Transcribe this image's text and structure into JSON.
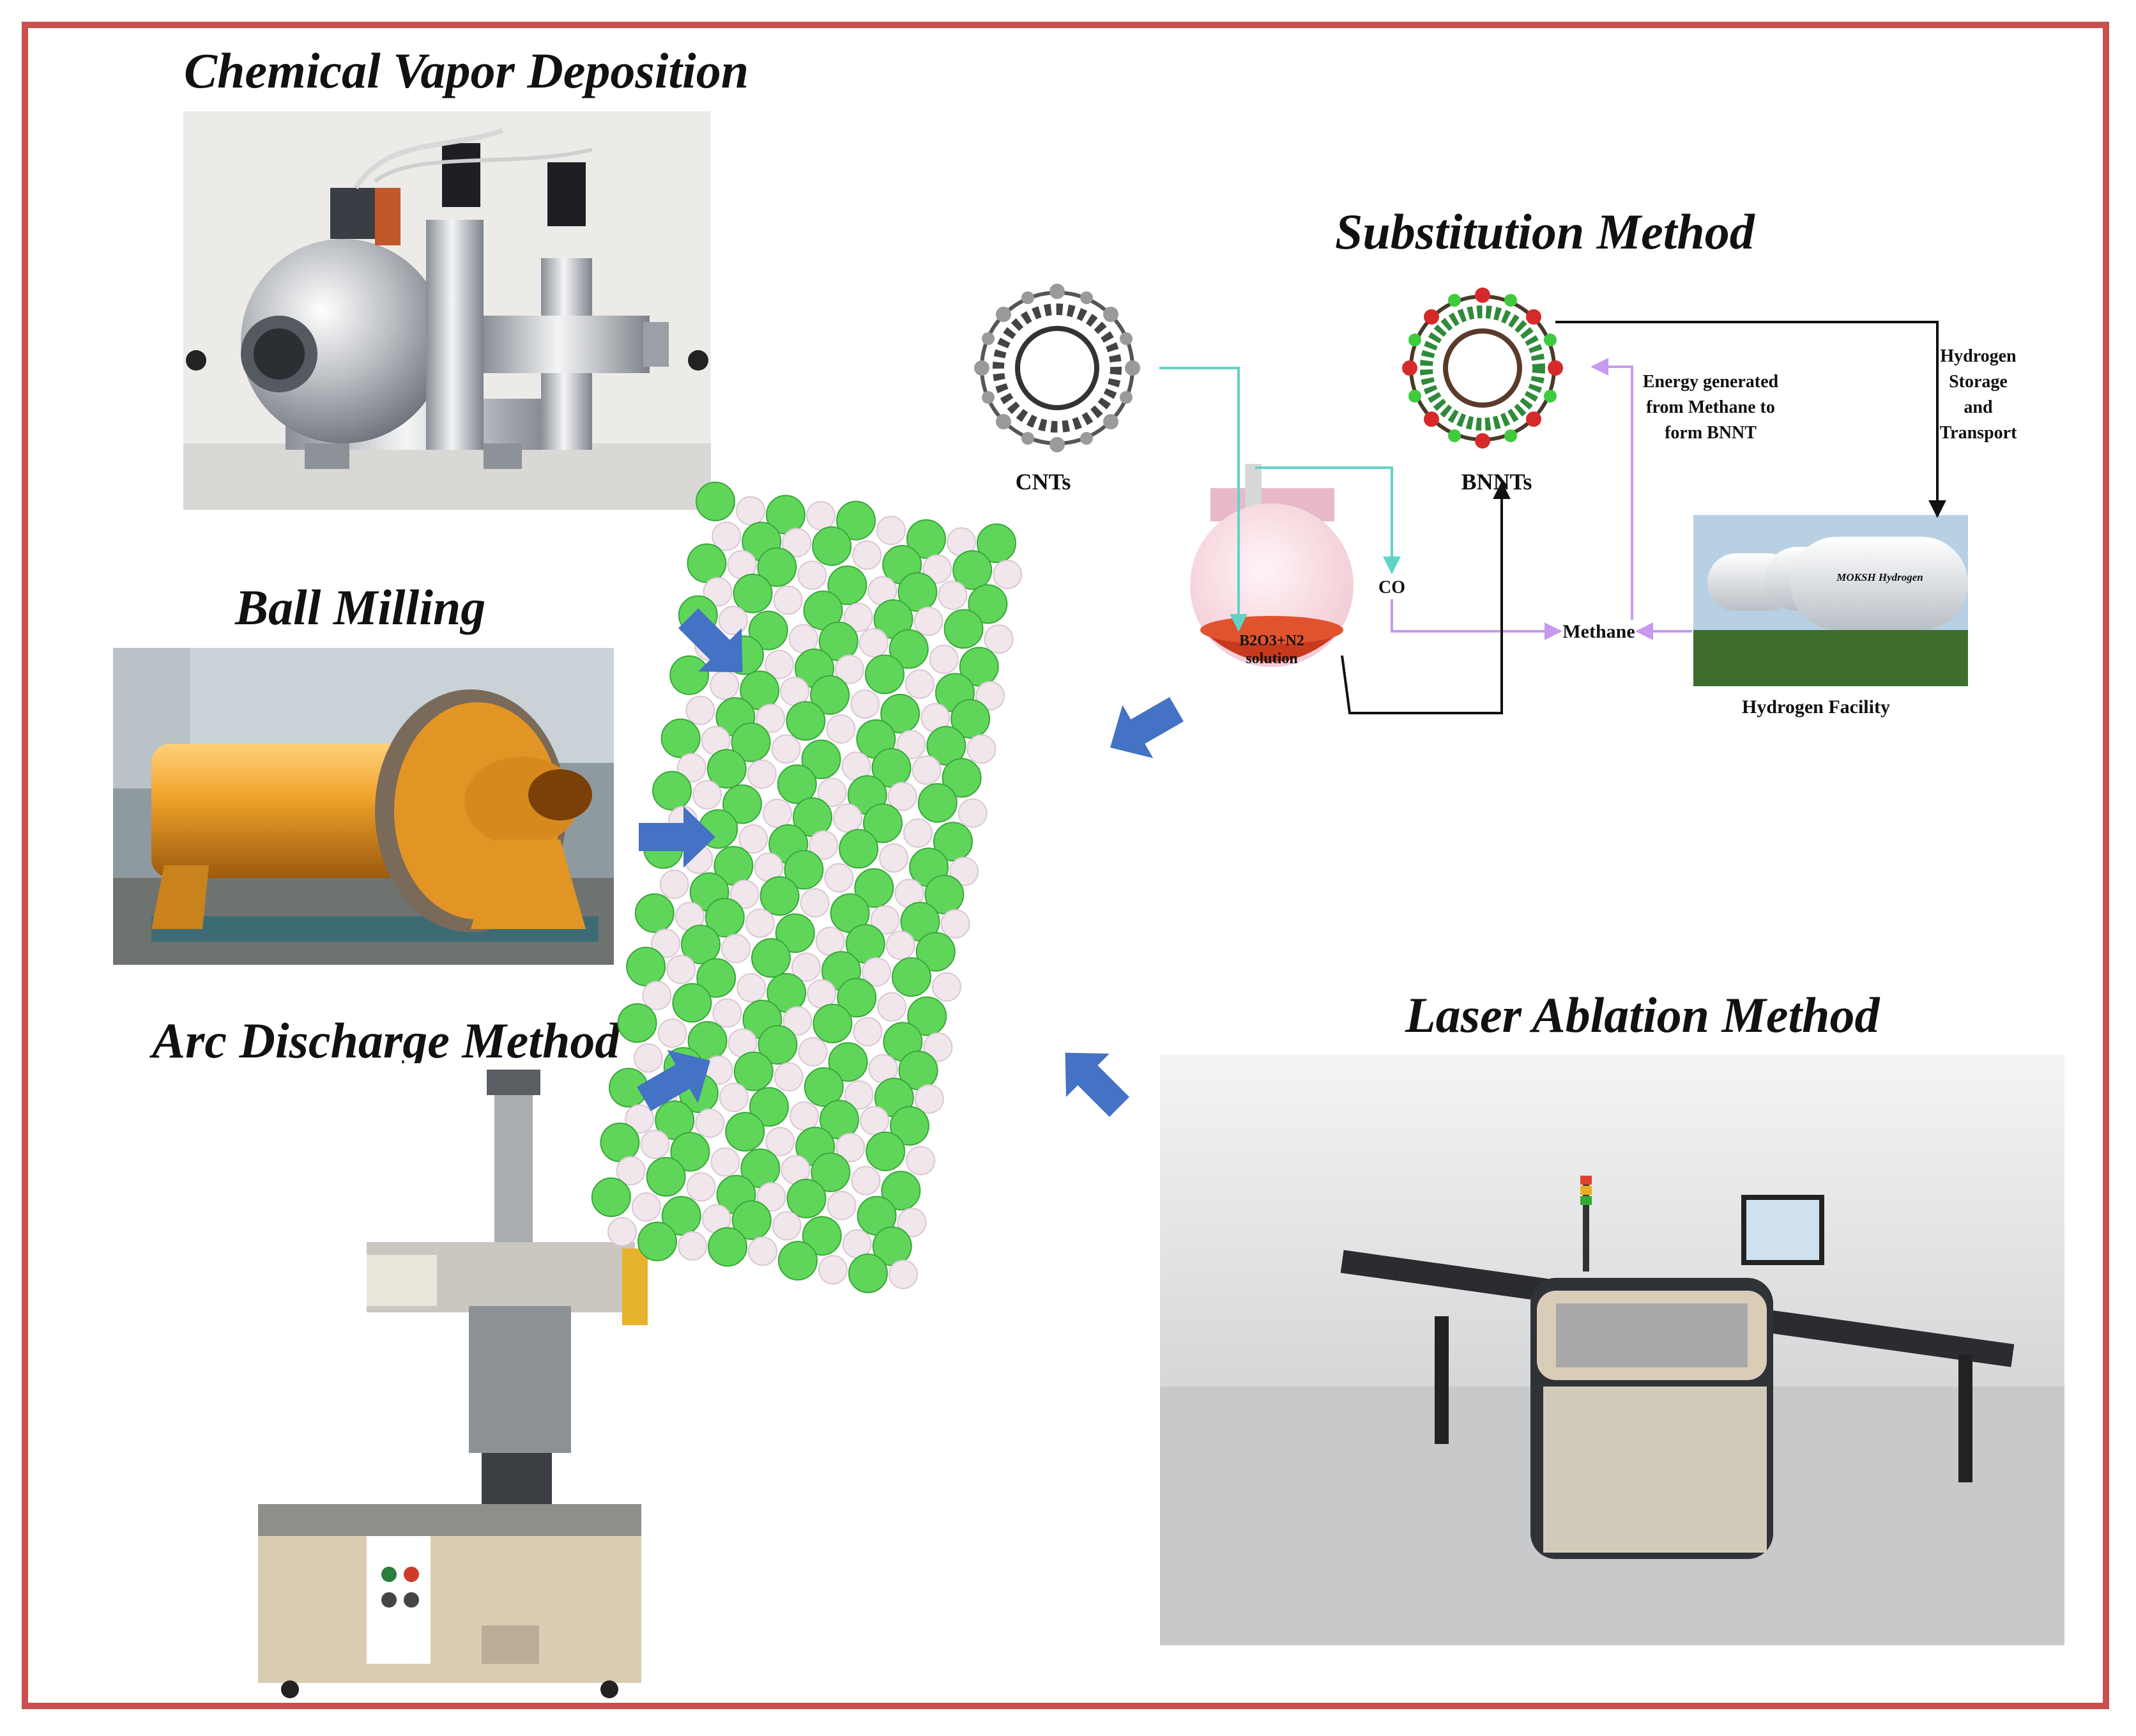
{
  "methods": {
    "cvd": "Chemical Vapor Deposition",
    "substitution": "Substitution Method",
    "ball_milling": "Ball Milling",
    "arc_discharge": "Arc Discharge Method",
    "laser_ablation": "Laser Ablation Method"
  },
  "substitution_diagram": {
    "cnts": "CNTs",
    "bnnts": "BNNTs",
    "co": "CO",
    "methane": "Methane",
    "solution_line1": "B2O3+N2",
    "solution_line2": "solution",
    "energy_line1": "Energy generated",
    "energy_line2": "from Methane to",
    "energy_line3": "form BNNT",
    "hydrogen_line1": "Hydrogen",
    "hydrogen_line2": "Storage",
    "hydrogen_line3": "and",
    "hydrogen_line4": "Transport",
    "facility": "Hydrogen Facility",
    "tank_label": "MOKSH Hydrogen"
  },
  "colors": {
    "frame": "#c9504e",
    "arrow": "#4472c4",
    "boron_atom": "#5fd65a",
    "nitrogen_atom": "#f1e6ec",
    "flow_cyan": "#5fd3c6",
    "flow_violet": "#c79af0"
  }
}
